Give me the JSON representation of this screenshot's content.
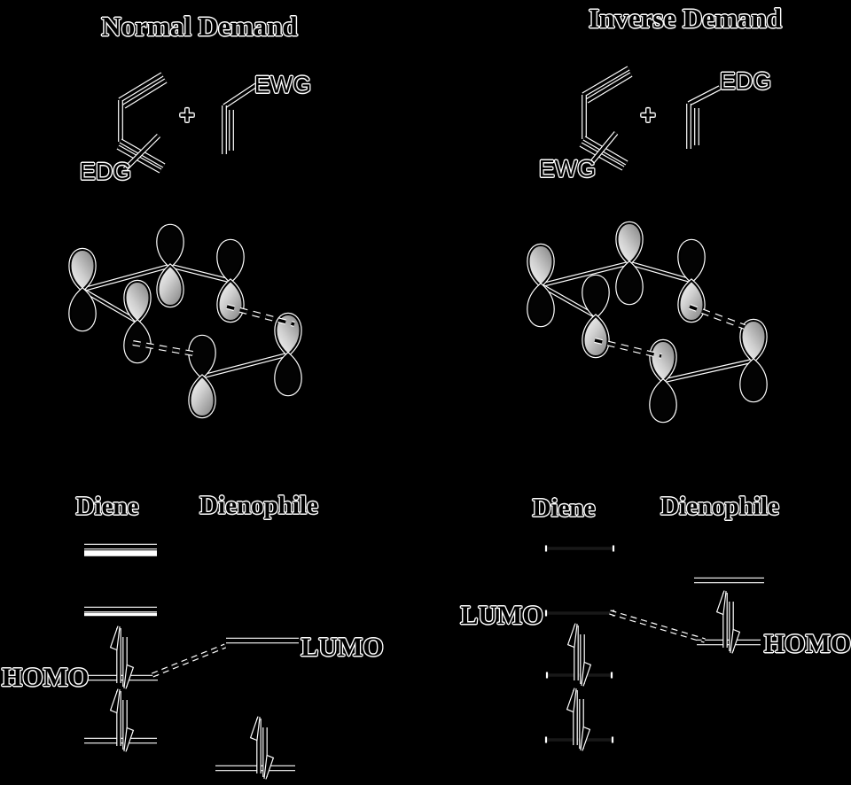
{
  "background": "#000000",
  "ink_color": "#000000",
  "halo_color": "#ffffff",
  "orbital_fill": {
    "light": "#fdfdfd",
    "mid": "#cfcfcf",
    "dark": "#858585"
  },
  "left_panel": {
    "title": "Normal Demand",
    "reaction": {
      "diene_substituent": "EDG",
      "plus_sign": "+",
      "dienophile_substituent": "EWG"
    },
    "energy_diagram": {
      "diene_header": "Diene",
      "dienophile_header": "Dienophile",
      "homo_label": "HOMO",
      "lumo_label": "LUMO"
    }
  },
  "right_panel": {
    "title": "Inverse Demand",
    "reaction": {
      "diene_substituent": "EWG",
      "plus_sign": "+",
      "dienophile_substituent": "EDG"
    },
    "energy_diagram": {
      "diene_header": "Diene",
      "dienophile_header": "Dienophile",
      "homo_label": "HOMO",
      "lumo_label": "LUMO"
    }
  }
}
